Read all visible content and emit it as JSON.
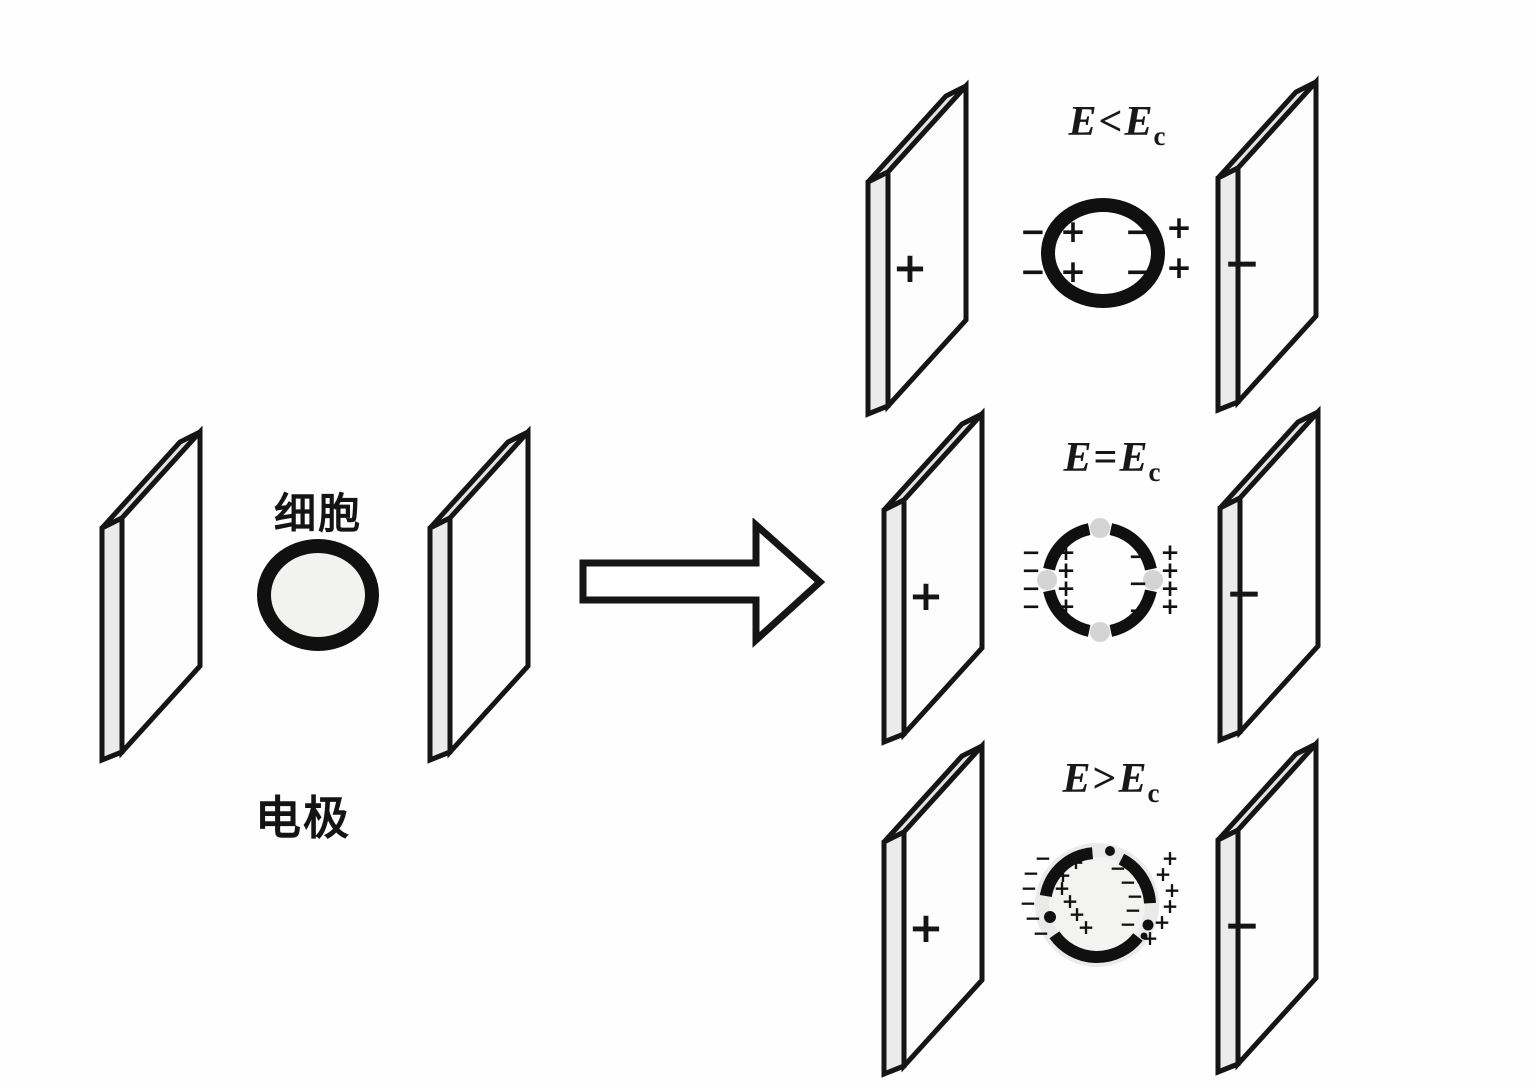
{
  "figure": {
    "title_none": "",
    "left_panel": {
      "cell_label": "细胞",
      "electrode_label": "电极"
    },
    "arrow": "right-arrow",
    "rows": [
      {
        "condition": {
          "lhs": "E",
          "op": "<",
          "rhs": "E",
          "sub": "c"
        },
        "left_plate_sign": "+",
        "right_plate_sign": "−",
        "charges": {
          "outside_left": [
            "−",
            "−"
          ],
          "inside_left": [
            "+",
            "+"
          ],
          "inside_right": [
            "−",
            "−"
          ],
          "outside_right": [
            "+",
            "+"
          ]
        }
      },
      {
        "condition": {
          "lhs": "E",
          "op": "=",
          "rhs": "E",
          "sub": "c"
        },
        "left_plate_sign": "+",
        "right_plate_sign": "−",
        "charges": {
          "outside_left": [
            "−",
            "−",
            "−",
            "−"
          ],
          "inside_left": [
            "+",
            "+",
            "+",
            "+"
          ],
          "inside_right": [
            "−",
            "−",
            "−"
          ],
          "outside_right": [
            "+",
            "+",
            "+",
            "+"
          ]
        }
      },
      {
        "condition": {
          "lhs": "E",
          "op": ">",
          "rhs": "E",
          "sub": "c"
        },
        "left_plate_sign": "+",
        "right_plate_sign": "−",
        "charges": {
          "outside_left": [
            "−",
            "−",
            "−",
            "−",
            "−",
            "−"
          ],
          "inside_left": [
            "+",
            "+",
            "+",
            "+",
            "+",
            "+"
          ],
          "inside_right": [
            "−",
            "−",
            "−",
            "−",
            "−"
          ],
          "outside_right": [
            "+",
            "+",
            "+",
            "+",
            "+",
            "+"
          ]
        }
      }
    ],
    "colors": {
      "ink": "#151515",
      "membrane": "#101010",
      "plate_face": "#fdfdfd",
      "plate_edge": "#e9e9e9",
      "pore_smudge": "#c6c6c6",
      "halo": "#d8d8d8",
      "background": "#fefefe"
    }
  }
}
